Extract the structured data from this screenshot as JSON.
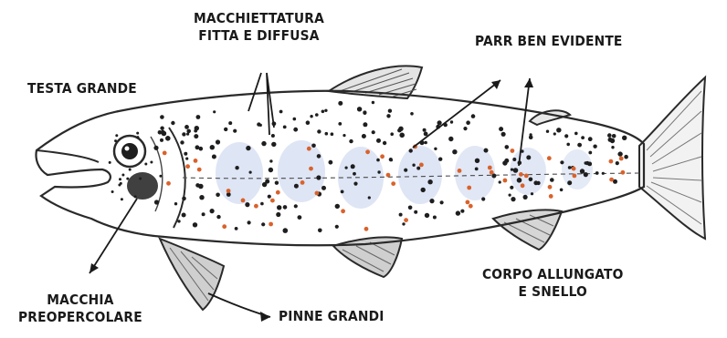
{
  "labels": {
    "macchiettatura_1": "MACCHIETTATURA",
    "macchiettatura_2": "FITTA E DIFFUSA",
    "testa": "TESTA GRANDE",
    "parr": "PARR BEN EVIDENTE",
    "corpo_1": "CORPO ALLUNGATO",
    "corpo_2": "E SNELLO",
    "macchia_1": "MACCHIA",
    "macchia_2": "PREOPERCOLARE",
    "pinne": "PINNE GRANDI"
  },
  "colors": {
    "outline": "#2a2a2a",
    "spot_black": "#1e1e1e",
    "spot_red": "#d9622b",
    "parr_mark": "#b9c9e8",
    "fin_shade": "#d0d0d0"
  }
}
